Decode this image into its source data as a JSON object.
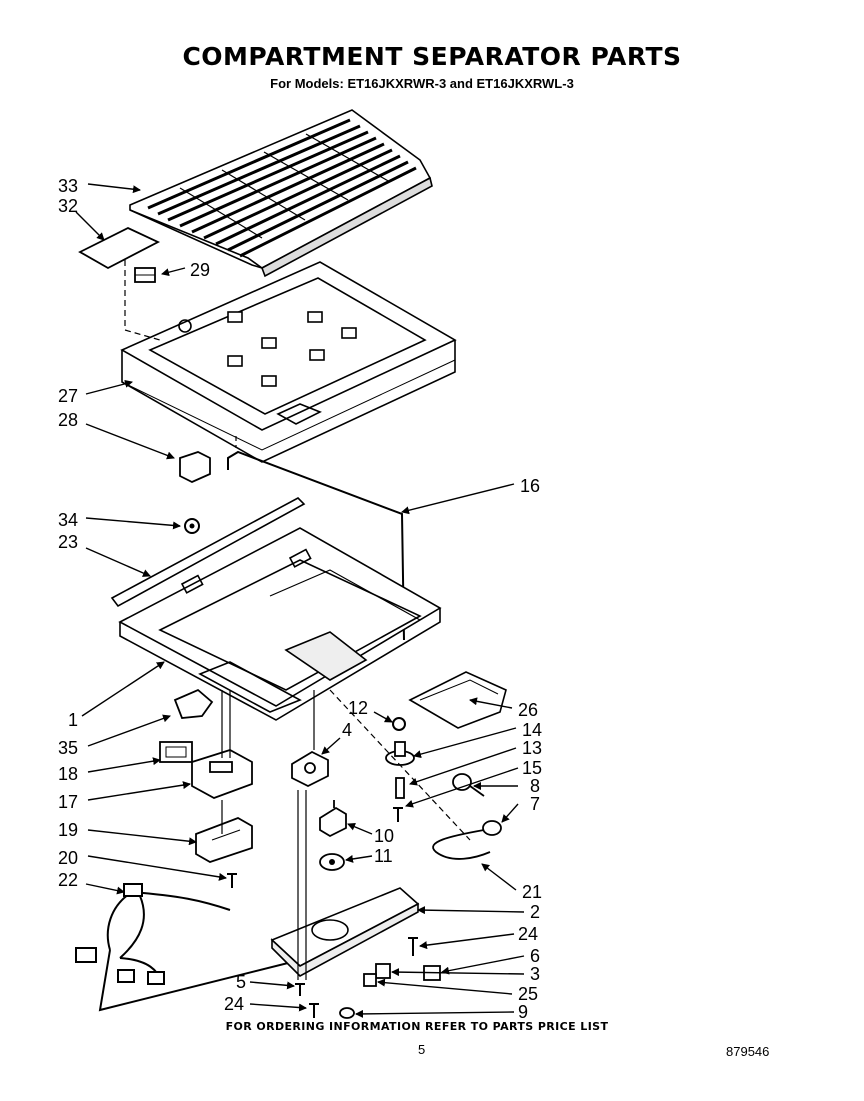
{
  "header": {
    "title": "COMPARTMENT SEPARATOR PARTS",
    "subtitle": "For Models: ET16JKXRWR-3 and ET16JKXRWL-3"
  },
  "callouts": {
    "c33": "33",
    "c32": "32",
    "c29": "29",
    "c27": "27",
    "c28": "28",
    "c16": "16",
    "c34": "34",
    "c23": "23",
    "c26": "26",
    "c1": "1",
    "c35": "35",
    "c12": "12",
    "c4": "4",
    "c14": "14",
    "c13": "13",
    "c15": "15",
    "c8": "8",
    "c7": "7",
    "c18": "18",
    "c17": "17",
    "c10": "10",
    "c11": "11",
    "c19": "19",
    "c20": "20",
    "c21": "21",
    "c22": "22",
    "c2": "2",
    "c24a": "24",
    "c6": "6",
    "c3": "3",
    "c5": "5",
    "c25": "25",
    "c24b": "24",
    "c9": "9"
  },
  "footer": {
    "note": "FOR ORDERING INFORMATION REFER TO PARTS PRICE LIST",
    "page_number": "5",
    "doc_number": "879546"
  }
}
